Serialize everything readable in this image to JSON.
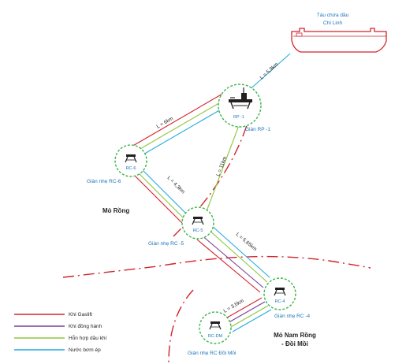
{
  "tanker": {
    "name_line1": "Tàu chứa dầu",
    "name_line2": "Chí Linh"
  },
  "platforms": {
    "rp1": {
      "tag": "RP -1",
      "name": "Giàn RP -1"
    },
    "rc6": {
      "tag": "RC-6",
      "name": "Giàn nhẹ RC-6"
    },
    "rc5": {
      "tag": "RC-5",
      "name": "Giàn nhẹ RC -5"
    },
    "rc4": {
      "tag": "RC-4",
      "name": "Giàn nhẹ RC -4"
    },
    "rcdm": {
      "tag": "RC-DM",
      "name": "Giàn nhẹ RC Đồi Mồi"
    }
  },
  "distances": {
    "tanker_rp1": "L = 5,9km",
    "rc6_rp1": "L = 6km",
    "rc5_rp1": "L = 11km",
    "rc6_rc5": "L = 4,3km",
    "rc5_rc4": "L = 5,65km",
    "rc4_rcdm": "L = 3,5km"
  },
  "fields": {
    "mo_rong": "Mỏ Rồng",
    "nam_rong_line1": "Mỏ Nam Rồng",
    "nam_rong_line2": "- Đồi Mồi"
  },
  "legend": [
    {
      "label": "Khí Gaslift",
      "color": "#d2232a"
    },
    {
      "label": "Khí đồng hành",
      "color": "#7b3f98"
    },
    {
      "label": "Hỗn hợp dầu khí",
      "color": "#8dc63f"
    },
    {
      "label": "Nước bơm ép",
      "color": "#27aae1"
    }
  ],
  "colors": {
    "accent_blue": "#1b75bb",
    "platform_ring": "#39b54a",
    "boundary": "#d2232a",
    "line_dark": "#231f20"
  }
}
